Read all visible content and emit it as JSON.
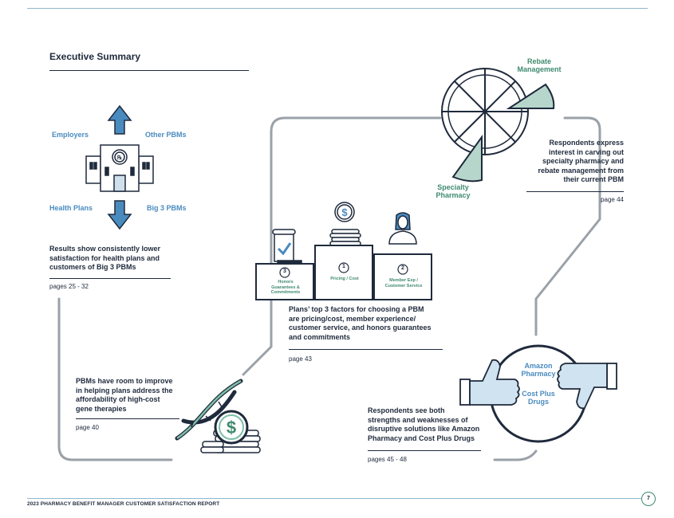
{
  "page": {
    "title": "Executive Summary",
    "footer": "2023 PHARMACY BENEFIT MANAGER CUSTOMER SATISFACTION REPORT",
    "page_number": "7"
  },
  "segments": {
    "employers": "Employers",
    "other_pbms": "Other PBMs",
    "health_plans": "Health Plans",
    "big3_pbms": "Big 3 PBMs"
  },
  "pie": {
    "rebate_line1": "Rebate",
    "rebate_line2": "Management",
    "specialty_line1": "Specialty",
    "specialty_line2": "Pharmacy"
  },
  "podium": {
    "rank1": "1",
    "rank2": "2",
    "rank3": "3",
    "label1": "Pricing / Cost",
    "label2_line1": "Member Exp /",
    "label2_line2": "Customer Service",
    "label3_line1": "Honors",
    "label3_line2": "Guarantees &",
    "label3_line3": "Commitments"
  },
  "thumbs": {
    "line1": "Amazon",
    "line2": "Pharmacy",
    "line3": "Cost Plus",
    "line4": "Drugs"
  },
  "summaries": {
    "plans": {
      "l1": "Results show consistently lower",
      "l2": "satisfaction for health plans and",
      "l3": "customers of Big 3 PBMs",
      "pages": "pages 25 - 32"
    },
    "factors": {
      "l1": "Plans’ top 3 factors for choosing a PBM",
      "l2": "are pricing/cost, member experience/",
      "l3": "customer service, and honors guarantees",
      "l4": "and commitments",
      "pages": "page 43"
    },
    "carving": {
      "l1": "Respondents express",
      "l2": "interest in carving out",
      "l3": "specialty pharmacy and",
      "l4": "rebate management from",
      "l5": "their current PBM",
      "pages": "page 44"
    },
    "gene": {
      "l1": "PBMs have room to improve",
      "l2": "in helping plans address the",
      "l3": "affordability of high-cost",
      "l4": "gene therapies",
      "pages": "page 40"
    },
    "disruptive": {
      "l1": "Respondents see both",
      "l2": "strengths and weaknesses of",
      "l3": "disruptive solutions like Amazon",
      "l4": "Pharmacy and Cost Plus Drugs",
      "pages": "pages 45 - 48"
    }
  },
  "icons": {
    "pbm": "Rx-building-icon",
    "dollar": "$"
  },
  "colors": {
    "accent_blue": "#4a8bbf",
    "accent_green": "#3f8a6e",
    "dark": "#1f2a3c",
    "connector": "#9aa1a8"
  }
}
